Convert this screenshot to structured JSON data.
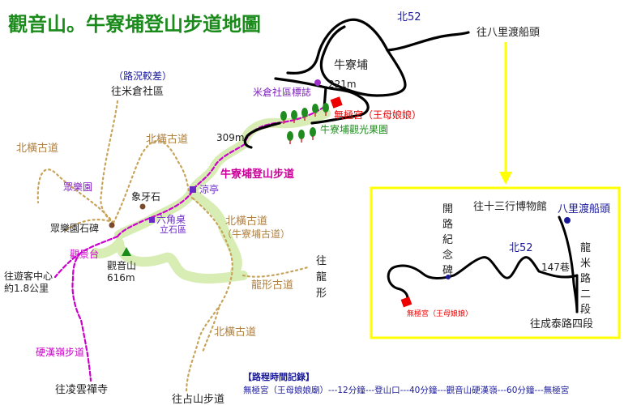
{
  "title": "觀音山。牛寮埔登山步道地圖",
  "colors": {
    "title": "#1a8a1a",
    "trail": "#cc00cc",
    "dotted": "#c8a35a",
    "highlight": "#d7edb4",
    "blue": "#1a1a99",
    "red": "#ee0000",
    "green": "#1e8c1e",
    "purple": "#8020c0",
    "brown": "#b08040",
    "frame": "#ffff00"
  },
  "labels": {
    "bei52_top": "北52",
    "to_bali_ferry": "往八里渡船頭",
    "niuliaobu": "牛寮埔",
    "elev_221": "221m",
    "micang_marker": "米倉社區標誌",
    "wuji_temple": "無極宮（王母娘娘）",
    "orchard": "牛寮埔觀光果園",
    "road_condition": "（路況較差）",
    "to_micang": "往米倉社區",
    "beiheng_1": "北橫古道",
    "beiheng_2": "北橫古道",
    "elev_309": "309m",
    "trail_name": "牛寮埔登山步道",
    "zhongle_garden": "眾樂園",
    "ivory_rock": "象牙石",
    "pavilion": "涼亭",
    "hex_table": "六角桌",
    "stone_area": "立石區",
    "zhongle_stele": "眾樂園石碑",
    "beiheng_3": "北橫古道",
    "beiheng_3b": "（牛寮埔古道）",
    "viewing_deck": "觀景台",
    "guanyinshan": "觀音山",
    "elev_616": "616m",
    "visitor_center_1": "往遊客中心",
    "visitor_center_2": "約1.8公里",
    "longxing": "龍形古道",
    "to_longxing": "往龍形",
    "beiheng_4": "北橫古道",
    "yingxi_trail": "硬漢嶺步道",
    "to_lingyun": "往凌雲禪寺",
    "to_zhanshan": "往占山步道"
  },
  "inset": {
    "to_museum": "往十三行博物館",
    "bali_ferry": "八里渡船頭",
    "memorial": "開路紀念碑",
    "bei52": "北52",
    "lane147": "147巷",
    "longmi_road": "龍米路二段",
    "temple": "無極宮（王母娘娘）",
    "chengtai": "往成泰路四段"
  },
  "route_info": {
    "heading": "【路程時間記錄】",
    "route": "無極宮（王母娘娘廟）---12分鐘---登山口---40分鐘---觀音山硬漢嶺---60分鐘---無極宮"
  }
}
